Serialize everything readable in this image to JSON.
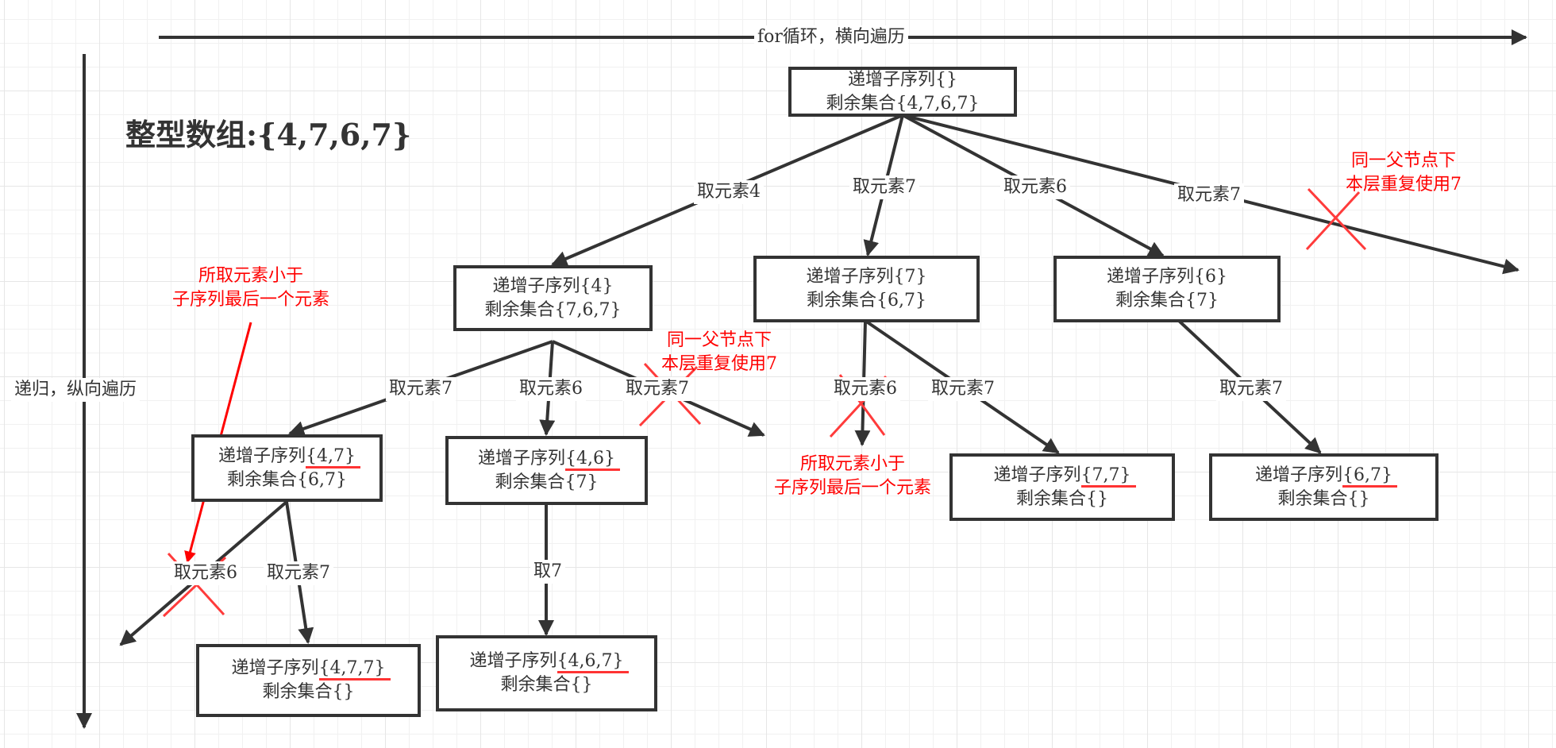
{
  "title": "整型数组:{4,7,6,7}",
  "axes": {
    "horizontal_label": "for循环，横向遍历",
    "vertical_label": "递归，纵向遍历"
  },
  "nodes": {
    "root": {
      "seq_prefix": "递增子序列",
      "seq": "{}",
      "rest_prefix": "剩余集合",
      "rest": "{4,7,6,7}",
      "underlined": false
    },
    "n4": {
      "seq_prefix": "递增子序列",
      "seq": "{4}",
      "rest_prefix": "剩余集合",
      "rest": "{7,6,7}",
      "underlined": false
    },
    "n7": {
      "seq_prefix": "递增子序列",
      "seq": "{7}",
      "rest_prefix": "剩余集合",
      "rest": "{6,7}",
      "underlined": false
    },
    "n6": {
      "seq_prefix": "递增子序列",
      "seq": "{6}",
      "rest_prefix": "剩余集合",
      "rest": "{7}",
      "underlined": false
    },
    "n47": {
      "seq_prefix": "递增子序列",
      "seq": "{4,7}",
      "rest_prefix": "剩余集合",
      "rest": "{6,7}",
      "underlined": true
    },
    "n46": {
      "seq_prefix": "递增子序列",
      "seq": "{4,6}",
      "rest_prefix": "剩余集合",
      "rest": "{7}",
      "underlined": true
    },
    "n77": {
      "seq_prefix": "递增子序列",
      "seq": "{7,7}",
      "rest_prefix": "剩余集合",
      "rest": "{}",
      "underlined": true
    },
    "n67": {
      "seq_prefix": "递增子序列",
      "seq": "{6,7}",
      "rest_prefix": "剩余集合",
      "rest": "{}",
      "underlined": true
    },
    "n477": {
      "seq_prefix": "递增子序列",
      "seq": "{4,7,7}",
      "rest_prefix": "剩余集合",
      "rest": "{}",
      "underlined": true
    },
    "n467": {
      "seq_prefix": "递增子序列",
      "seq": "{4,6,7}",
      "rest_prefix": "剩余集合",
      "rest": "{}",
      "underlined": true
    }
  },
  "edges": [
    {
      "from": "root",
      "to": "n4",
      "label": "取元素4",
      "pruned": false
    },
    {
      "from": "root",
      "to": "n7",
      "label": "取元素7",
      "pruned": false
    },
    {
      "from": "root",
      "to": "n6",
      "label": "取元素6",
      "pruned": false
    },
    {
      "from": "root",
      "to": null,
      "label": "取元素7",
      "pruned": true
    },
    {
      "from": "n4",
      "to": "n47",
      "label": "取元素7",
      "pruned": false
    },
    {
      "from": "n4",
      "to": "n46",
      "label": "取元素6",
      "pruned": false
    },
    {
      "from": "n4",
      "to": null,
      "label": "取元素7",
      "pruned": true
    },
    {
      "from": "n7",
      "to": null,
      "label": "取元素6",
      "pruned": true
    },
    {
      "from": "n7",
      "to": "n77",
      "label": "取元素7",
      "pruned": false
    },
    {
      "from": "n6",
      "to": "n67",
      "label": "取元素7",
      "pruned": false
    },
    {
      "from": "n47",
      "to": null,
      "label": "取元素6",
      "pruned": true
    },
    {
      "from": "n47",
      "to": "n477",
      "label": "取元素7",
      "pruned": false
    },
    {
      "from": "n46",
      "to": "n467",
      "label": "取7",
      "pruned": false
    }
  ],
  "notes": {
    "same_level_dup_top": [
      "同一父节点下",
      "本层重复使用7"
    ],
    "same_level_dup_mid": [
      "同一父节点下",
      "本层重复使用7"
    ],
    "smaller_left": [
      "所取元素小于",
      "子序列最后一个元素"
    ],
    "smaller_mid": [
      "所取元素小于",
      "子序列最后一个元素"
    ]
  },
  "colors": {
    "stroke": "#333333",
    "annotation": "#ff0000",
    "cross": "#ff3b3b",
    "grid_minor": "#f1f1f1",
    "grid_major": "#e6e6e6"
  }
}
